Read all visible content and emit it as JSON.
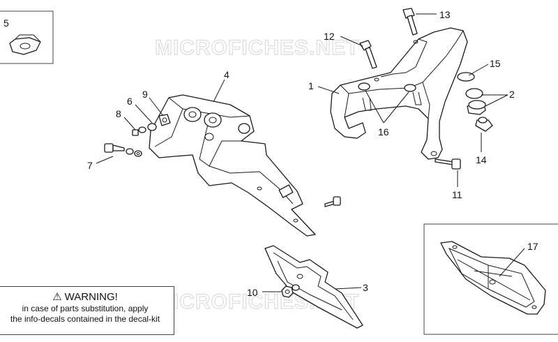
{
  "watermark": "MICROFICHES.NET",
  "callouts": [
    "1",
    "2",
    "3",
    "4",
    "5",
    "6",
    "7",
    "8",
    "9",
    "10",
    "11",
    "12",
    "13",
    "14",
    "15",
    "16",
    "17"
  ],
  "warning": {
    "title": "WARNING!",
    "line1": "in case of parts substitution, apply",
    "line2": "the info-decals contained in the decal-kit"
  },
  "colors": {
    "line": "#1a1a1a",
    "watermark": "#dcdcdc"
  }
}
